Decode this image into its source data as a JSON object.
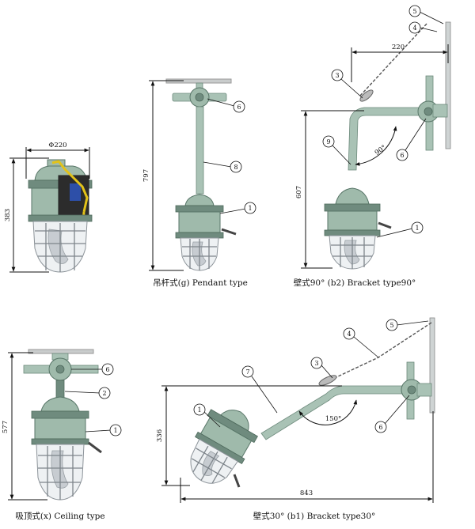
{
  "figures": [
    {
      "id": "section",
      "dimensions": {
        "width": "Φ220",
        "height": "383"
      }
    },
    {
      "id": "pendant",
      "caption": "吊杆式(g) Pendant type",
      "dimensions": {
        "height": "797"
      },
      "callouts": [
        "6",
        "8",
        "1"
      ]
    },
    {
      "id": "bracket90",
      "caption": "壁式90°  (b2) Bracket type90°",
      "dimensions": {
        "width": "220",
        "height": "607",
        "angle": "90°"
      },
      "callouts": [
        "5",
        "4",
        "3",
        "9",
        "6",
        "1"
      ]
    },
    {
      "id": "ceiling",
      "caption": "吸顶式(x) Ceiling type",
      "dimensions": {
        "height": "577"
      },
      "callouts": [
        "6",
        "2",
        "1"
      ]
    },
    {
      "id": "bracket30",
      "caption": "壁式30°  (b1) Bracket type30°",
      "dimensions": {
        "width": "843",
        "height": "336",
        "angle": "150°"
      },
      "callouts": [
        "5",
        "4",
        "3",
        "7",
        "1",
        "6"
      ]
    }
  ]
}
